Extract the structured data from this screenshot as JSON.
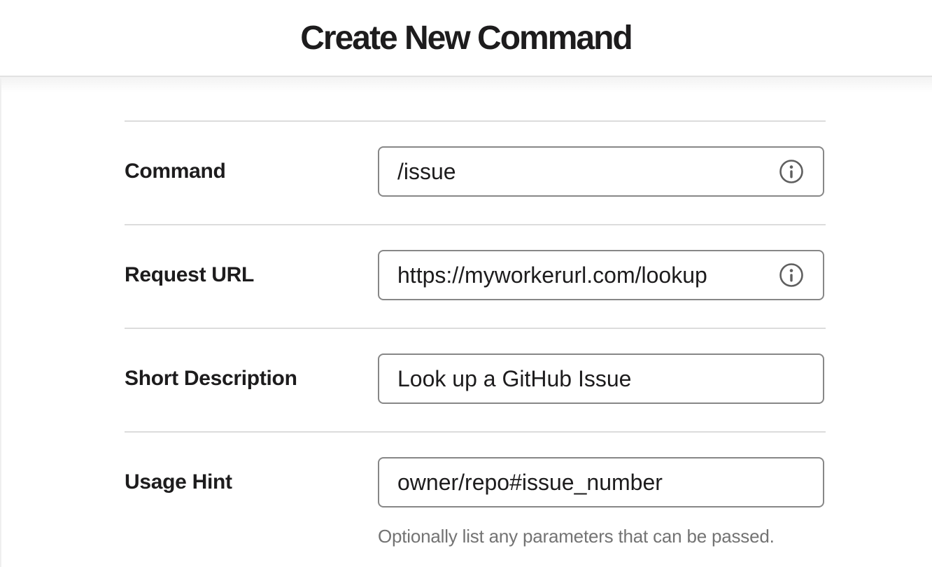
{
  "header": {
    "title": "Create New Command"
  },
  "form": {
    "rows": [
      {
        "label": "Command",
        "value": "/issue",
        "has_info_icon": true
      },
      {
        "label": "Request URL",
        "value": "https://myworkerurl.com/lookup",
        "has_info_icon": true
      },
      {
        "label": "Short Description",
        "value": "Look up a GitHub Issue",
        "has_info_icon": false
      },
      {
        "label": "Usage Hint",
        "value": "owner/repo#issue_number",
        "has_info_icon": false,
        "helper": "Optionally list any parameters that can be passed."
      }
    ]
  },
  "icons": {
    "info": "info-circle"
  },
  "colors": {
    "text": "#1d1c1d",
    "input_border": "#878787",
    "divider": "#dcdcdc",
    "header_border": "#e2e2e2",
    "helper_text": "#737373",
    "info_icon": "#5f5f5f"
  }
}
